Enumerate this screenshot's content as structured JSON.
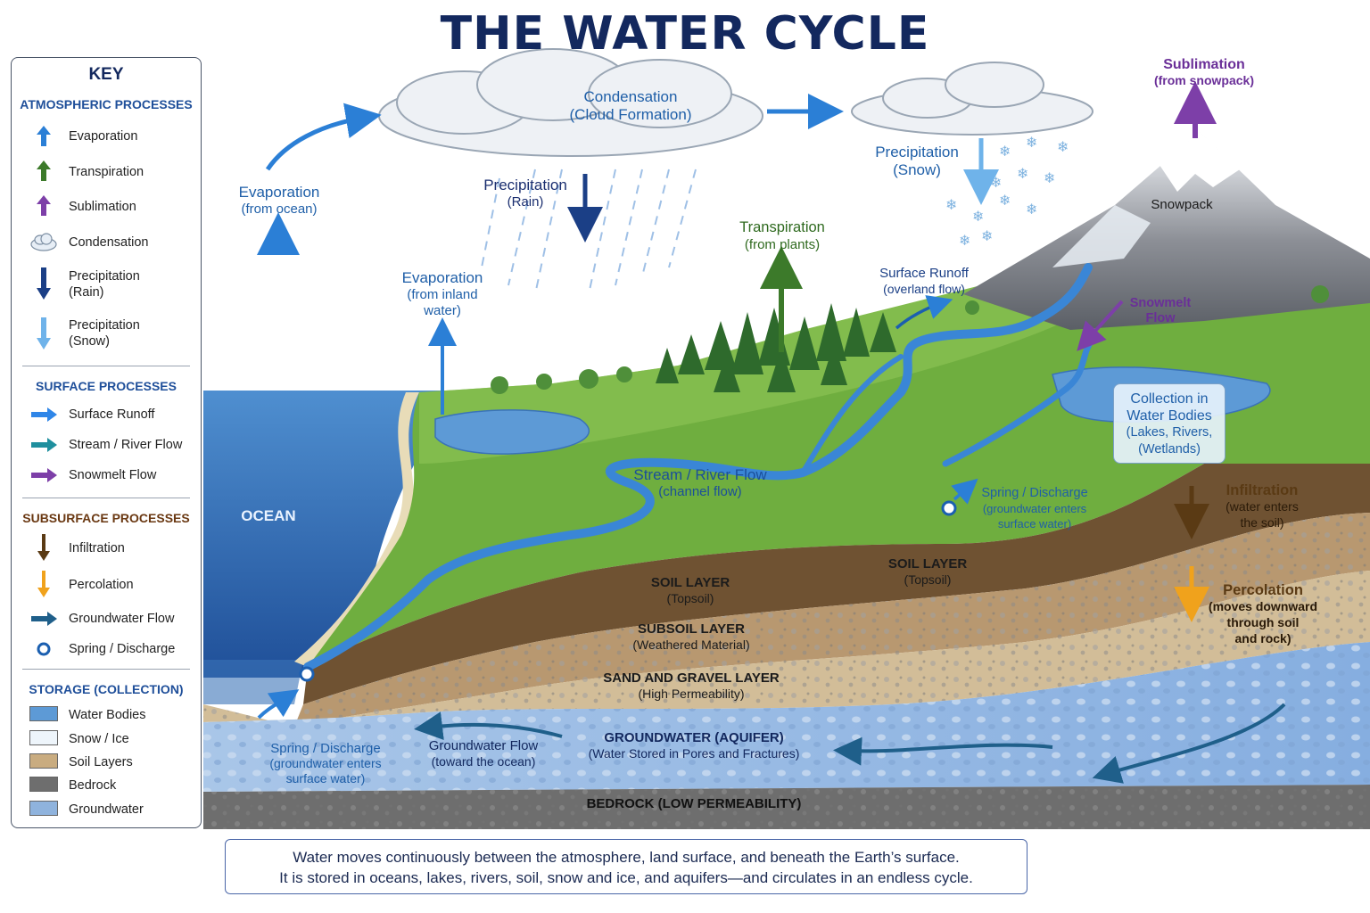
{
  "title": "THE WATER CYCLE",
  "key": {
    "title": "KEY",
    "atmospheric": {
      "heading": "ATMOSPHERIC PROCESSES",
      "items": [
        "Evaporation",
        "Transpiration",
        "Sublimation",
        "Condensation",
        "Precipitation\n(Rain)",
        "Precipitation\n(Snow)"
      ]
    },
    "surface": {
      "heading": "SURFACE PROCESSES",
      "items": [
        "Surface Runoff",
        "Stream / River Flow",
        "Snowmelt Flow"
      ]
    },
    "subsurface": {
      "heading": "SUBSURFACE PROCESSES",
      "items": [
        "Infiltration",
        "Percolation",
        "Groundwater Flow",
        "Spring / Discharge"
      ]
    },
    "storage": {
      "heading": "STORAGE (COLLECTION)",
      "items": [
        "Water Bodies",
        "Snow / Ice",
        "Soil Layers",
        "Bedrock",
        "Groundwater"
      ]
    }
  },
  "labels": {
    "evap_ocean": [
      "Evaporation",
      "(from ocean)"
    ],
    "condensation": [
      "Condensation",
      "(Cloud Formation)"
    ],
    "precip_rain": [
      "Precipitation",
      "(Rain)"
    ],
    "precip_snow": [
      "Precipitation",
      "(Snow)"
    ],
    "sublimation": [
      "Sublimation",
      "(from snowpack)"
    ],
    "snowpack": "Snowpack",
    "transpiration": [
      "Transpiration",
      "(from plants)"
    ],
    "evap_inland": [
      "Evaporation",
      "(from inland",
      "water)"
    ],
    "surface_runoff": [
      "Surface Runoff",
      "(overland flow)"
    ],
    "snowmelt_flow": [
      "Snowmelt",
      "Flow"
    ],
    "collection": [
      "Collection in",
      "Water Bodies",
      "(Lakes, Rivers,",
      "(Wetlands)"
    ],
    "ocean": "OCEAN",
    "stream_flow": [
      "Stream / River Flow",
      "(channel flow)"
    ],
    "spring_upper": [
      "Spring / Discharge",
      "(groundwater enters",
      "surface water)"
    ],
    "infiltration": [
      "Infiltration",
      "(water enters",
      "the soil)"
    ],
    "percolation": [
      "Percolation",
      "(moves downward",
      "through soil",
      "and rock)"
    ],
    "soil_right": [
      "SOIL LAYER",
      "(Topsoil)"
    ],
    "soil_left": [
      "SOIL LAYER",
      "(Topsoil)"
    ],
    "subsoil": [
      "SUBSOIL LAYER",
      "(Weathered Material)"
    ],
    "sand": [
      "SAND AND GRAVEL LAYER",
      "(High Permeability)"
    ],
    "groundwater": [
      "GROUNDWATER (AQUIFER)",
      "(Water Stored in Pores and Fractures)"
    ],
    "gw_flow": [
      "Groundwater Flow",
      "(toward the ocean)"
    ],
    "spring_lower": [
      "Spring / Discharge",
      "(groundwater enters",
      "surface water)"
    ],
    "bedrock": "BEDROCK (LOW PERMEABILITY)"
  },
  "footer": [
    "Water moves continuously between the atmosphere, land surface, and beneath the Earth’s surface.",
    "It is stored in oceans, lakes, rivers, soil, snow and ice, and aquifers—and circulates in an endless cycle."
  ],
  "colors": {
    "title": "#13285e",
    "evaporation": "#2b7fd6",
    "transpiration": "#3c7a2a",
    "sublimation": "#7d3fa8",
    "precip_rain": "#1b3f86",
    "precip_snow": "#6fb3ea",
    "surface_runoff": "#2f86e8",
    "stream": "#1f8f9e",
    "snowmelt": "#7d3fa8",
    "infiltration": "#5a3a14",
    "percolation": "#f0a21c",
    "groundwater_flow": "#1f5f8a",
    "spring": "#1b5fb0",
    "ocean": "#2f6db0",
    "water_bodies": "#5d9ad6",
    "snow": "#eef5fb",
    "soil": "#b89870",
    "bedrock": "#6e6e6e",
    "groundwater": "#8fb3dd"
  },
  "icons": [
    "up-arrow-icon",
    "cloud-icon",
    "down-arrow-icon",
    "right-arrow-icon",
    "ring-icon",
    "snowflake-icon",
    "tree-icon",
    "mountain-icon"
  ]
}
